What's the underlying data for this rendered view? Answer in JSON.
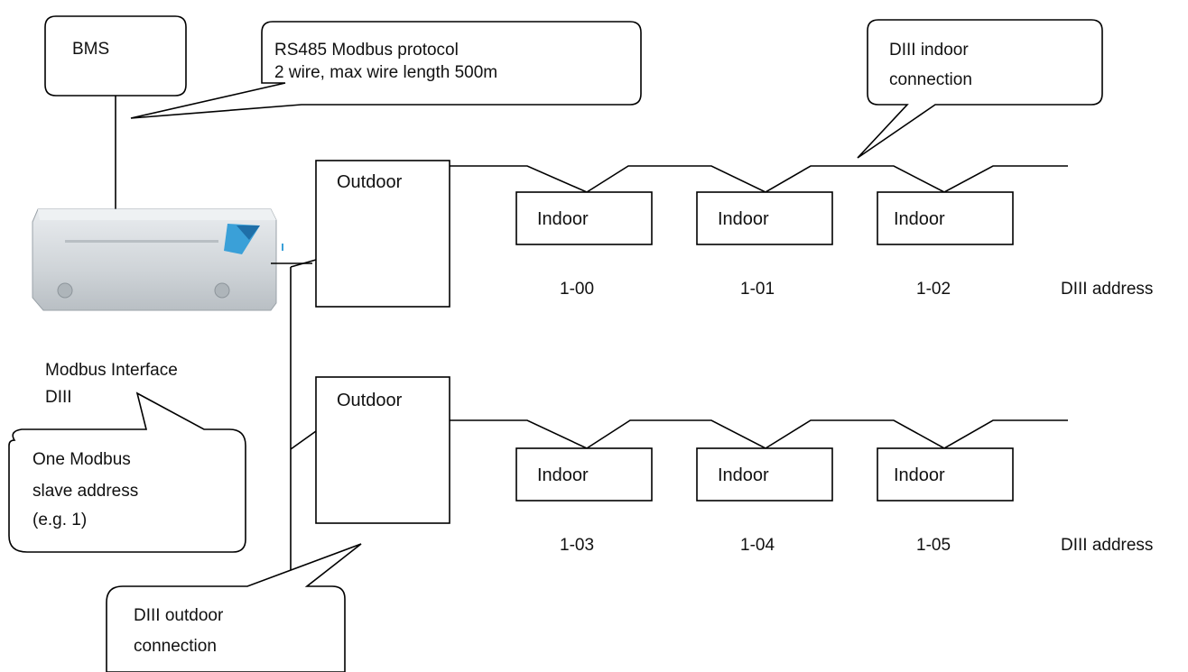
{
  "bms": {
    "label": "BMS"
  },
  "rs485_note": {
    "line1": "RS485 Modbus protocol",
    "line2": "2 wire, max wire length 500m"
  },
  "indoor_connection_note": {
    "line1": "DIII indoor",
    "line2": "connection"
  },
  "interface": {
    "line1": "Modbus Interface",
    "line2": "DIII"
  },
  "slave_note": {
    "line1": "One Modbus",
    "line2": "slave address",
    "line3": "(e.g. 1)"
  },
  "outdoor_connection_note": {
    "line1": "DIII outdoor",
    "line2": "connection"
  },
  "system1": {
    "outdoor": "Outdoor",
    "indoors": [
      {
        "label": "Indoor",
        "address": "1-00"
      },
      {
        "label": "Indoor",
        "address": "1-01"
      },
      {
        "label": "Indoor",
        "address": "1-02"
      }
    ],
    "address_caption": "DIII address"
  },
  "system2": {
    "outdoor": "Outdoor",
    "indoors": [
      {
        "label": "Indoor",
        "address": "1-03"
      },
      {
        "label": "Indoor",
        "address": "1-04"
      },
      {
        "label": "Indoor",
        "address": "1-05"
      }
    ],
    "address_caption": "DIII address"
  },
  "colors": {
    "line": "#000000",
    "device_body": "#d4d8dc",
    "device_accent": "#3aa0d8"
  }
}
